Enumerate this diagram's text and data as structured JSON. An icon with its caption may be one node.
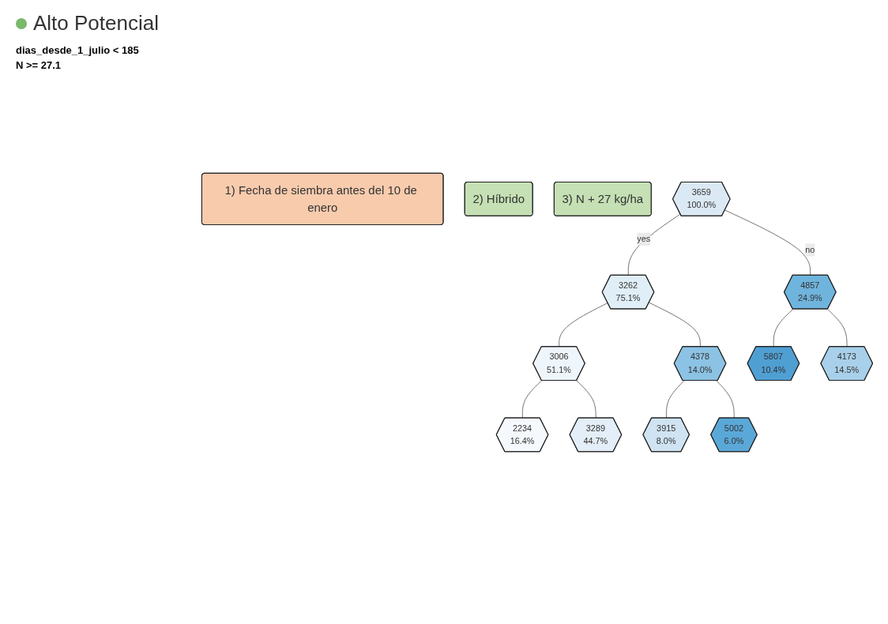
{
  "diagram": {
    "title": "Alto Potencial",
    "nodes": [
      {
        "text": [
          "3659",
          "100.0%"
        ]
      },
      {
        "text": [
          "1) Fecha de siembra antes del 10 de enero"
        ]
      },
      {
        "text": [
          "4857",
          "24.9%"
        ]
      },
      {
        "text": [
          "3262",
          "75.1%"
        ]
      },
      {
        "text": [
          "2) Híbrido"
        ]
      },
      {
        "text": [
          "4378",
          "14.0%"
        ]
      },
      {
        "text": [
          "3006",
          "51.1%"
        ]
      },
      {
        "text": [
          "3) N + 27 kg/ha"
        ]
      },
      {
        "text": [
          "3289",
          "44.7%"
        ]
      },
      {
        "text": [
          "5002",
          "6.0%"
        ]
      },
      {
        "text": [
          "5807",
          "10.4%"
        ]
      },
      {
        "text": [
          "2234",
          "16.4%"
        ]
      },
      {
        "text": [
          "3915",
          "8.0%"
        ]
      },
      {
        "text": [
          "4173",
          "14.5%"
        ]
      }
    ],
    "edges": [
      {
        "from": 0,
        "to": 3,
        "arrow": "none",
        "label": "yes"
      },
      {
        "from": 0,
        "to": 2,
        "arrow": "none",
        "label": "no"
      },
      {
        "from": 3,
        "to": 6,
        "arrow": "none"
      },
      {
        "from": 3,
        "to": 5,
        "arrow": "none"
      },
      {
        "from": 6,
        "to": 11,
        "arrow": "none"
      },
      {
        "from": 6,
        "to": 8,
        "arrow": "none"
      },
      {
        "from": 5,
        "to": 12,
        "arrow": "none"
      },
      {
        "from": 5,
        "to": 9,
        "arrow": "none"
      },
      {
        "from": 2,
        "to": 13,
        "arrow": "none"
      },
      {
        "from": 2,
        "to": 10,
        "arrow": "none"
      }
    ],
    "labels": [
      "dias_desde_1_julio < 185",
      "N >= 27.1"
    ]
  }
}
